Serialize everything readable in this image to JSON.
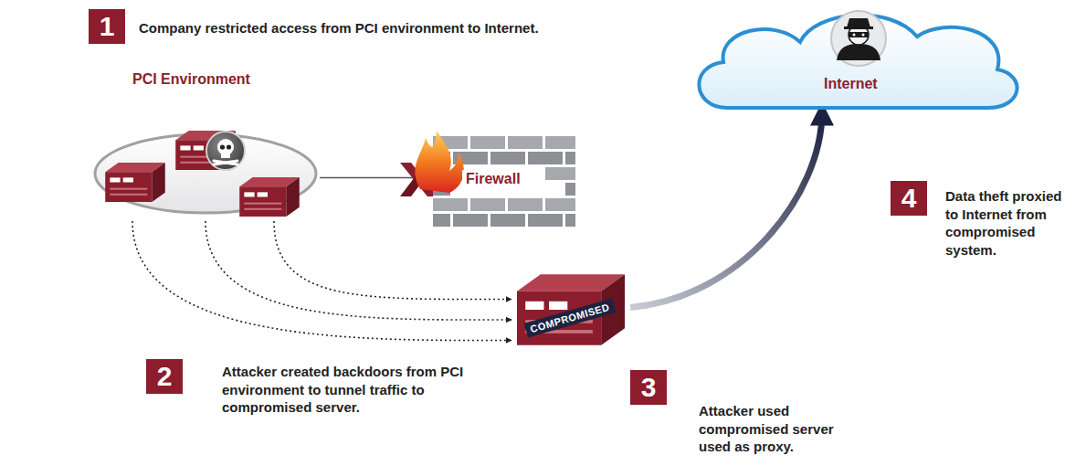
{
  "diagram": {
    "nodes": [
      {
        "text": [
          "PCI Environment"
        ]
      },
      {
        "text": [
          "Firewall"
        ]
      },
      {
        "text": [
          "Internet"
        ]
      },
      {
        "text": [
          "COMPROMISED"
        ]
      }
    ],
    "edges": [
      {
        "from": 0,
        "to": 1,
        "arrow": "none"
      },
      {
        "from": 0,
        "to": 3,
        "arrow": "to"
      },
      {
        "from": 0,
        "to": 3,
        "arrow": "to"
      },
      {
        "from": 0,
        "to": 3,
        "arrow": "to"
      },
      {
        "from": 3,
        "to": 2,
        "arrow": "to"
      }
    ],
    "labels": [
      "1",
      "Company restricted access from PCI environment to Internet.",
      "2",
      "Attacker created backdoors from PCI environment to tunnel traffic to compromised server.",
      "3",
      "Attacker used compromised server used as proxy.",
      "4",
      "Data theft proxied to Internet from compromised system."
    ]
  }
}
